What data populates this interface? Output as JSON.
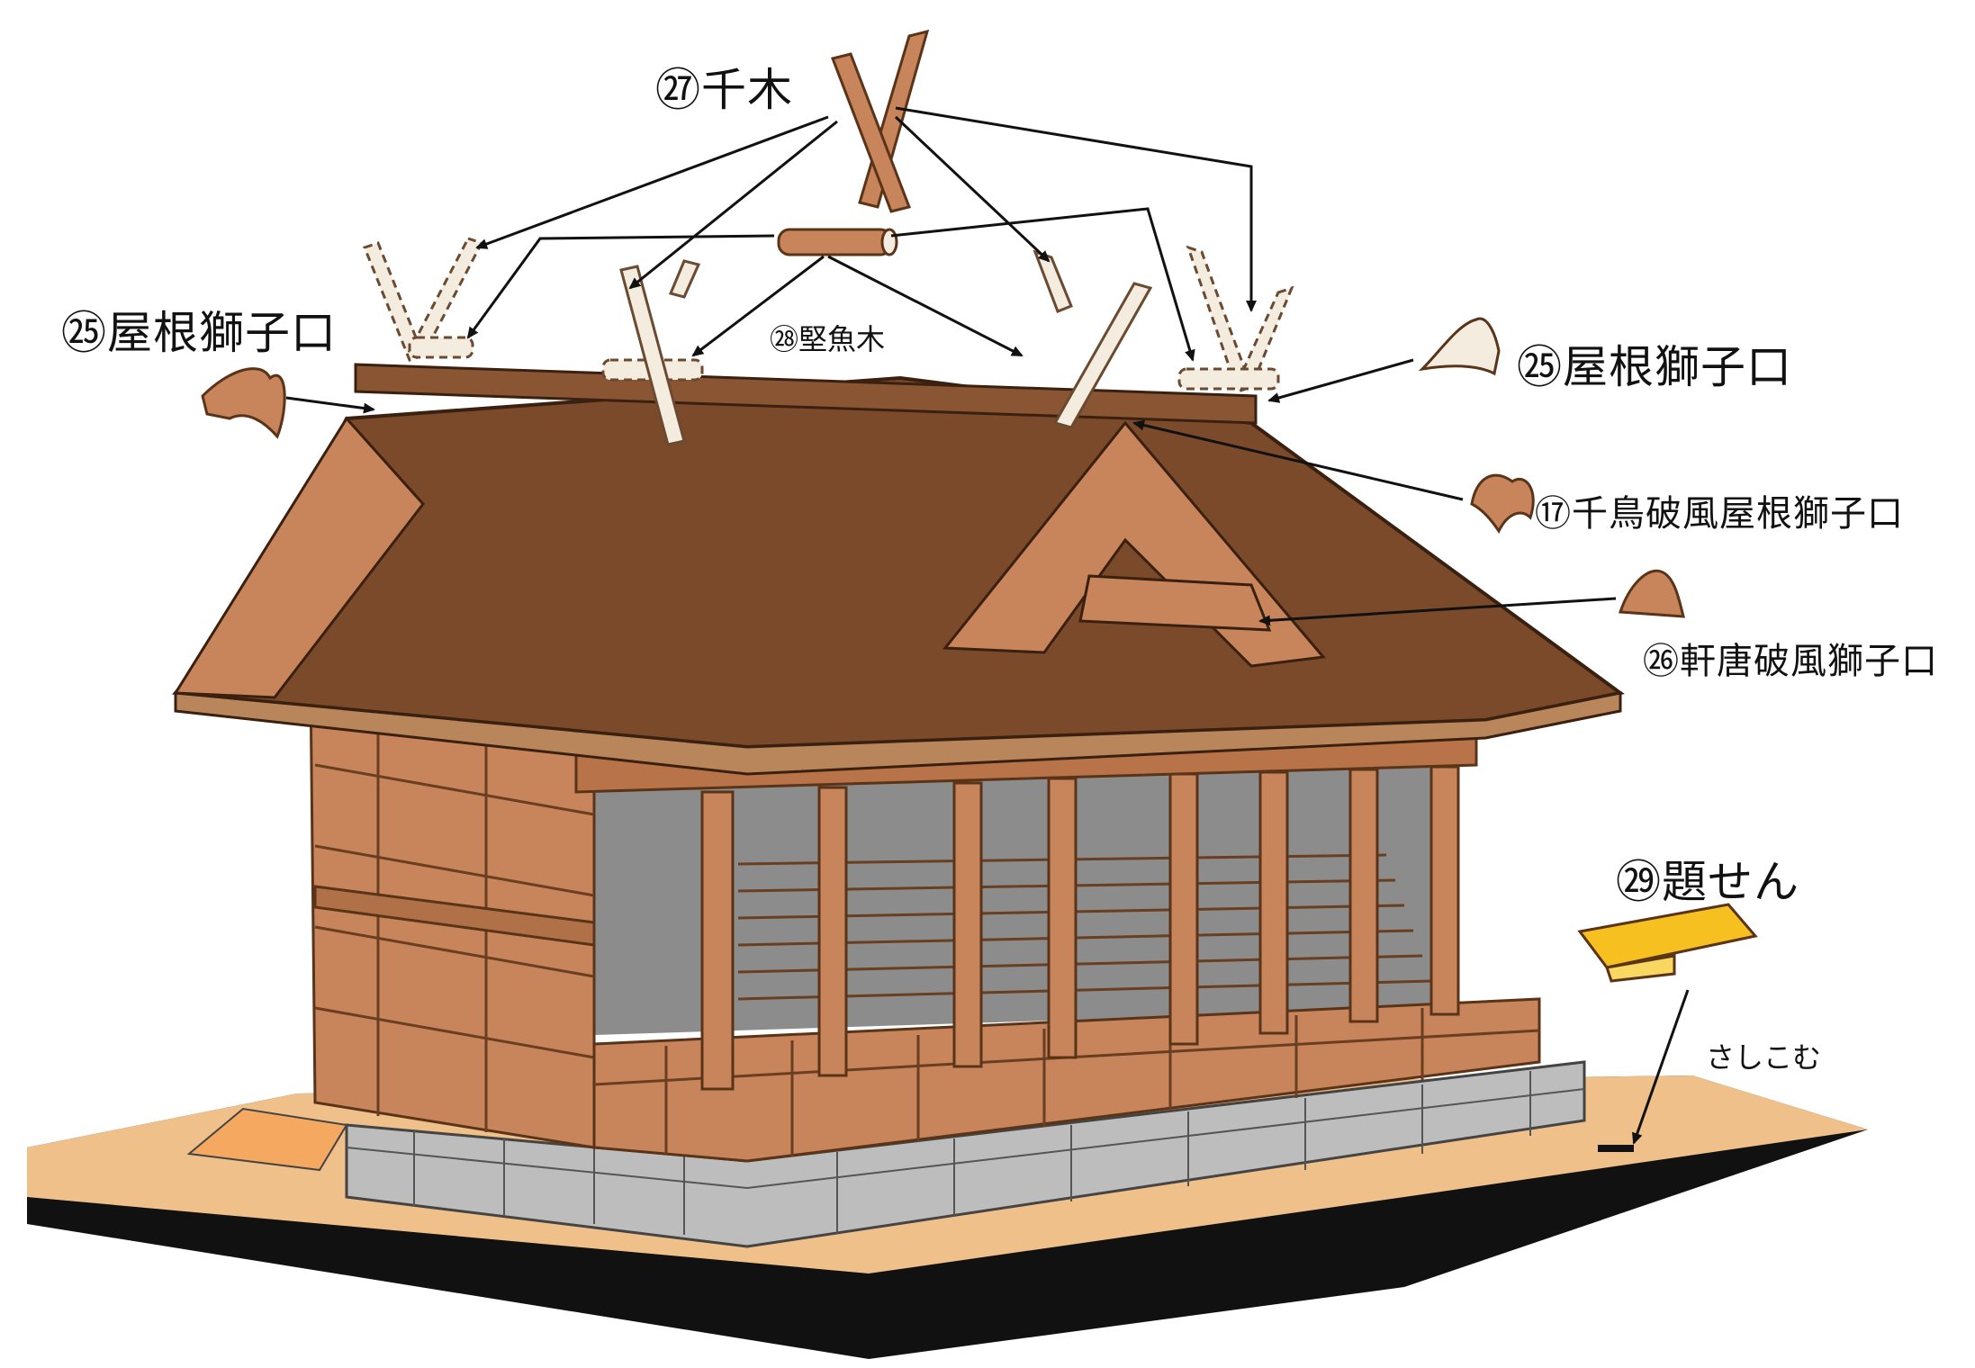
{
  "labels": {
    "chigi": "㉗千木",
    "katsuogi": "㉘堅魚木",
    "yane_shishiguchi_left": "㉕屋根獅子口",
    "yane_shishiguchi_right": "㉕屋根獅子口",
    "chidori_hafu": "⑰千鳥破風屋根獅子口",
    "nokikara_hafu": "㉖軒唐破風獅子口",
    "daisen": "㉙題せん",
    "sashikomu": "さしこむ"
  },
  "colors": {
    "wood": "#c8845a",
    "wood_dark": "#7a4a2a",
    "roof": "#7b4a2a",
    "roof_edge": "#b8865a",
    "shadow": "#8c8c8c",
    "ground": "#f0c08a",
    "base_side": "#111111",
    "stone": "#bdbdbd",
    "plaque": "#f5c020",
    "arrow": "#111111"
  }
}
